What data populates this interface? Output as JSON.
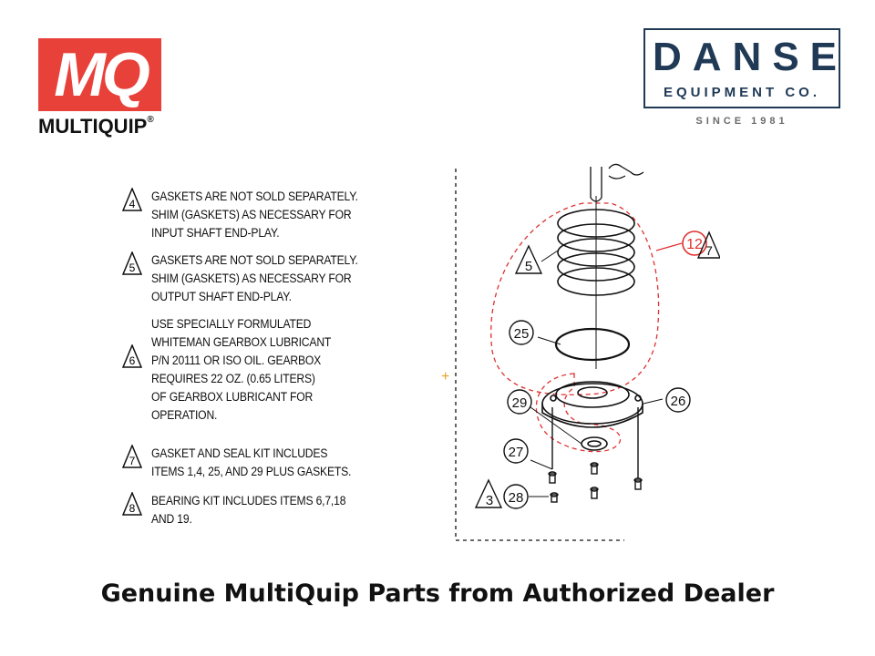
{
  "logos": {
    "mq_letters": "MQ",
    "mq_wordmark": "MULTIQUIP",
    "mq_reg": "®",
    "danse_name": "DANSE",
    "danse_sub": "EQUIPMENT CO.",
    "danse_since": "SINCE 1981",
    "colors": {
      "mq_red": "#e8413a",
      "danse_navy": "#203a56"
    }
  },
  "notes": [
    {
      "num": "4",
      "text": "GASKETS ARE NOT SOLD SEPARATELY.\nSHIM (GASKETS) AS NECESSARY FOR\nINPUT SHAFT END-PLAY."
    },
    {
      "num": "5",
      "text": "GASKETS ARE NOT SOLD SEPARATELY.\nSHIM (GASKETS) AS NECESSARY FOR\nOUTPUT SHAFT END-PLAY."
    },
    {
      "num": "6",
      "text": "USE SPECIALLY FORMULATED\nWHITEMAN GEARBOX LUBRICANT\nP/N 20111 OR ISO OIL. GEARBOX\nREQUIRES 22 OZ. (0.65 LITERS)\nOF GEARBOX LUBRICANT FOR\nOPERATION."
    },
    {
      "num": "7",
      "text": "GASKET AND SEAL KIT INCLUDES\nITEMS 1,4, 25, AND 29  PLUS GASKETS."
    },
    {
      "num": "8",
      "text": "BEARING KIT INCLUDES ITEMS 6,7,18\nAND 19."
    }
  ],
  "callouts": {
    "c12": "12",
    "t7": "7",
    "t5": "5",
    "c25": "25",
    "c29": "29",
    "c26": "26",
    "c27": "27",
    "t3": "3",
    "c28": "28",
    "plus": "+"
  },
  "footer": "Genuine MultiQuip Parts from Authorized Dealer"
}
